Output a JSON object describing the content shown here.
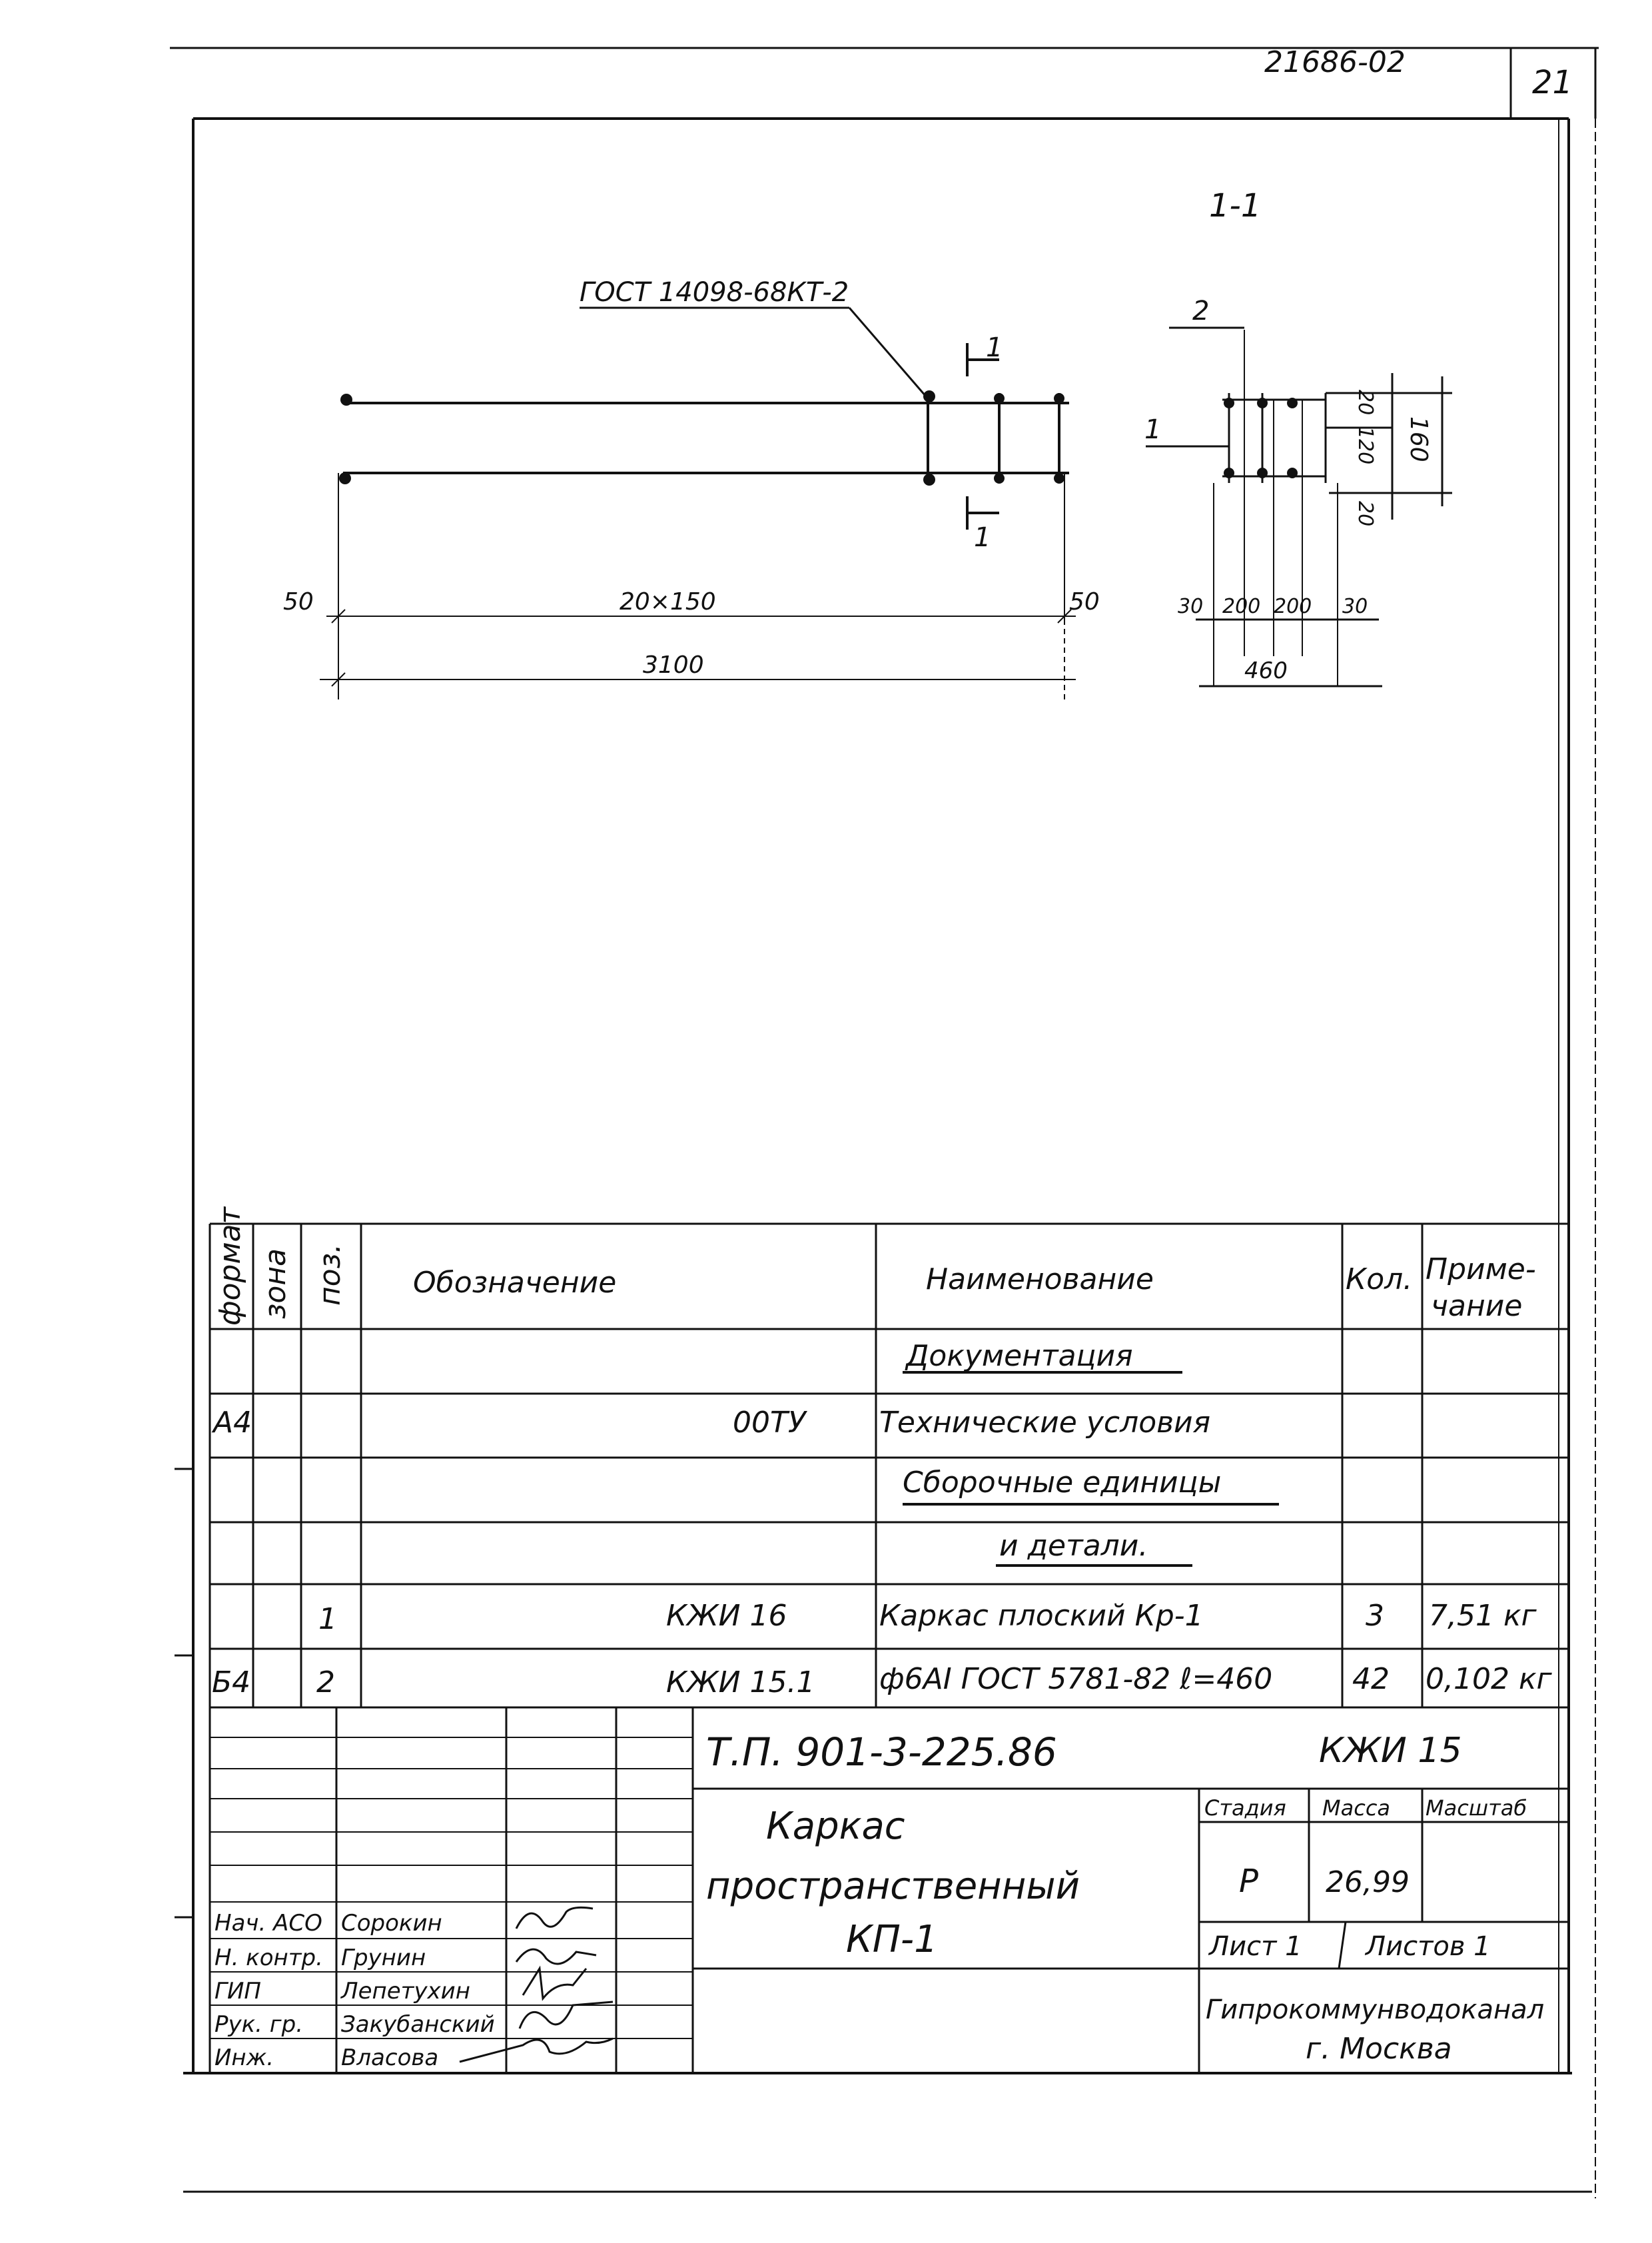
{
  "header": {
    "doc_number": "21686-02",
    "sheet_number": "21"
  },
  "drawing": {
    "section_label": "1-1",
    "weld_callout": "ГОСТ 14098-68КТ-2",
    "section_marker": "1",
    "pos2_marker": "2",
    "pos1_marker": "1",
    "dim_left_end": "50",
    "dim_spacing": "20×150",
    "dim_right_end": "50",
    "dim_total_length": "3100",
    "dim_top_20": "20",
    "dim_mid_120": "120",
    "dim_bottom_20": "20",
    "dim_height_160": "160",
    "dim_w_30_left": "30",
    "dim_w_200_a": "200",
    "dim_w_200_b": "200",
    "dim_w_30_right": "30",
    "dim_width_460": "460"
  },
  "spec_table": {
    "headers": {
      "format": "формат",
      "zone": "зона",
      "pos": "поз.",
      "designation": "Обозначение",
      "name": "Наименование",
      "qty": "Кол.",
      "note": "Приме-\nчание"
    },
    "section_documentation": "Документация",
    "rows": [
      {
        "format": "А4",
        "zone": "",
        "pos": "",
        "designation": "00ТУ",
        "name": "Технические условия",
        "qty": "",
        "note": ""
      },
      {
        "format": "",
        "zone": "",
        "pos": "1",
        "designation": "КЖИ 16",
        "name": "Каркас плоский Кр-1",
        "qty": "3",
        "note": "7,51 кг"
      },
      {
        "format": "Б4",
        "zone": "",
        "pos": "2",
        "designation": "КЖИ 15.1",
        "name": "ф6АI ГОСТ 5781-82 ℓ=460",
        "qty": "42",
        "note": "0,102 кг"
      }
    ],
    "section_assemblies_1": "Сборочные единицы",
    "section_assemblies_2": "и детали."
  },
  "title_block": {
    "project": "Т.П. 901-3-225.86",
    "code": "КЖИ 15",
    "title_line1": "Каркас",
    "title_line2": "пространственный",
    "title_line3": "КП-1",
    "stage_label": "Стадия",
    "mass_label": "Масса",
    "scale_label": "Масштаб",
    "stage_value": "Р",
    "mass_value": "26,99",
    "sheet_label": "Лист 1",
    "sheets_label": "Листов 1",
    "org_line1": "Гипрокоммунводоканал",
    "org_line2": "г. Москва",
    "staff": [
      {
        "role": "Нач. АСО",
        "name": "Сорокин"
      },
      {
        "role": "Н. контр.",
        "name": "Грунин"
      },
      {
        "role": "ГИП",
        "name": "Лепетухин"
      },
      {
        "role": "Рук. гр.",
        "name": "Закубанский"
      },
      {
        "role": "Инж.",
        "name": "Власова"
      }
    ]
  }
}
